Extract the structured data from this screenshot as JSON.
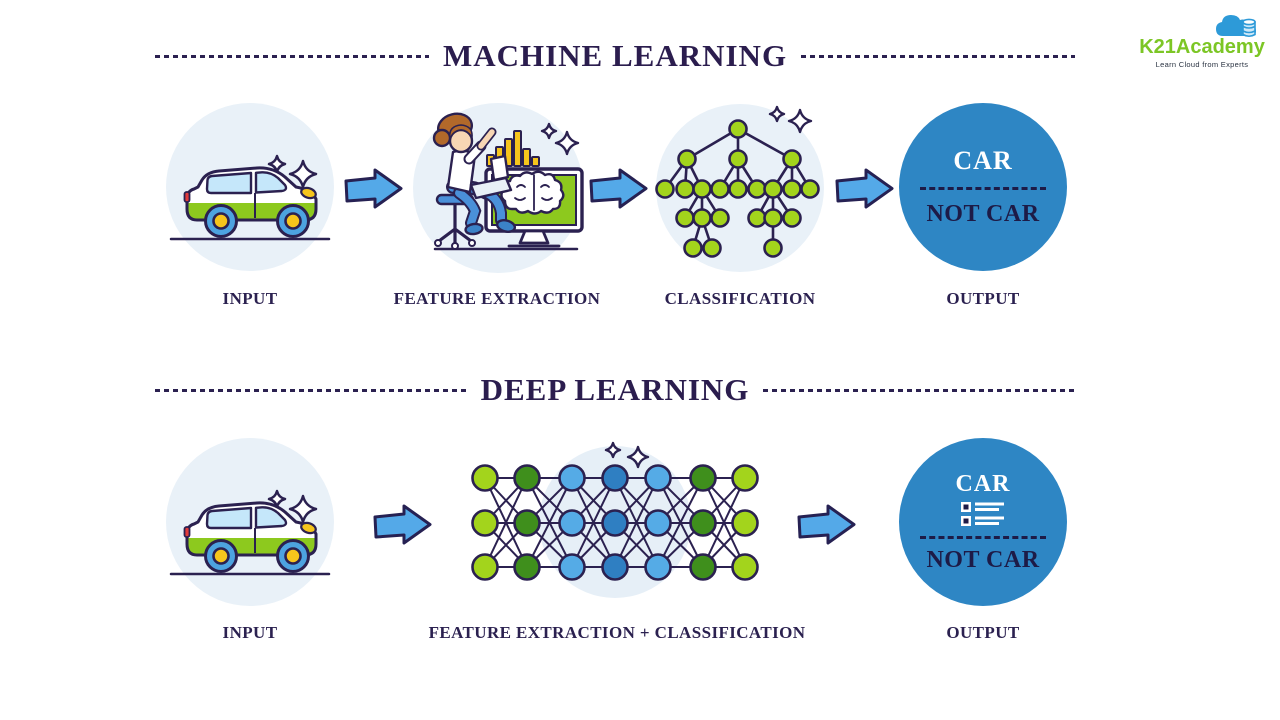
{
  "logo": {
    "brand": "K21Academy",
    "tagline": "Learn Cloud from Experts",
    "brand_color": "#7cc625",
    "cloud_color": "#2d9ad8"
  },
  "machine_learning": {
    "title": "MACHINE LEARNING",
    "stage_labels": {
      "input": "INPUT",
      "feature_extraction": "FEATURE EXTRACTION",
      "classification": "CLASSIFICATION",
      "output": "OUTPUT"
    },
    "output_card": {
      "positive": "CAR",
      "negative": "NOT CAR"
    }
  },
  "deep_learning": {
    "title": "DEEP LEARNING",
    "stage_labels": {
      "input": "INPUT",
      "feature_extraction_classification": "FEATURE EXTRACTION + CLASSIFICATION",
      "output": "OUTPUT"
    },
    "output_card": {
      "positive": "CAR",
      "negative": "NOT CAR"
    }
  },
  "colors": {
    "title_text": "#2b1d4e",
    "label_text": "#2b2150",
    "outline": "#2b2150",
    "stage_circle_bg": "#e9f1f8",
    "output_circle_bg": "#2e86c4",
    "arrow_fill": "#54a9e8",
    "node_light_green": "#a3d41c",
    "node_dark_green": "#3f8f1c",
    "node_light_blue": "#55abe6",
    "node_dark_blue": "#2f7fc2",
    "car_accent_green": "#8dc91e",
    "wheel_yellow": "#f6c51c"
  },
  "icons": {
    "sparkle": "four-point-star",
    "arrow": "right-block-arrow",
    "list": "car-checklist",
    "cloud": "cloud-with-database"
  }
}
